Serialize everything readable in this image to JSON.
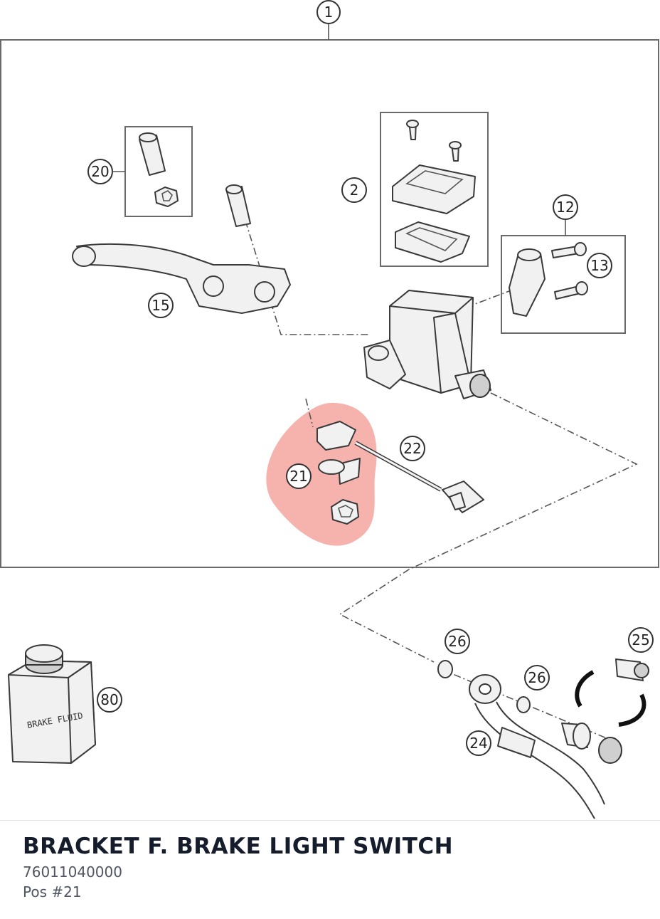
{
  "diagram": {
    "callouts": [
      "1",
      "2",
      "12",
      "13",
      "15",
      "20",
      "21",
      "22",
      "24",
      "25",
      "26",
      "26",
      "80"
    ],
    "highlight_color": "#f4a6a0",
    "label_text": "BRAKE FLUID"
  },
  "part": {
    "name": "BRACKET F. BRAKE LIGHT SWITCH",
    "number": "76011040000",
    "position": "Pos #21"
  }
}
